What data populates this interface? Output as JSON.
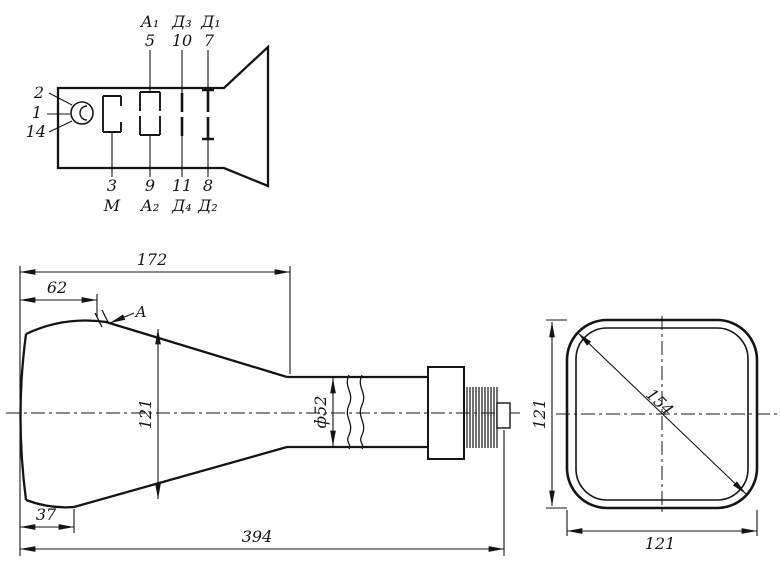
{
  "colors": {
    "ink": "#141414",
    "paper": "#ffffff"
  },
  "schematic": {
    "left_pins": [
      "2",
      "1",
      "14"
    ],
    "top": [
      {
        "label": "А₁",
        "pin": "5"
      },
      {
        "label": "Д₃",
        "pin": "10"
      },
      {
        "label": "Д₁",
        "pin": "7"
      }
    ],
    "bottom": [
      {
        "pin": "3",
        "label": "М"
      },
      {
        "pin": "9",
        "label": "А₂"
      },
      {
        "pin": "11",
        "label": "Д₄"
      },
      {
        "pin": "8",
        "label": "Д₂"
      }
    ]
  },
  "side": {
    "dims": {
      "total_top": "172",
      "face_depth": "62",
      "corner_mark": "А",
      "screen_height": "121",
      "neck_diameter": "ф52",
      "rim_depth": "37",
      "overall_length": "394"
    }
  },
  "front": {
    "dims": {
      "height": "121",
      "diagonal": "154",
      "width": "121"
    }
  }
}
